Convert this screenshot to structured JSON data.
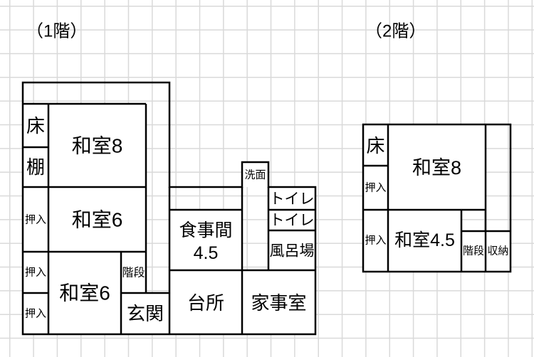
{
  "page": {
    "background_color": "#ffffff",
    "grid_color": "#d9d9d9",
    "wall_color": "#000000",
    "text_color": "#000000"
  },
  "floor1": {
    "title": "（1階）",
    "rooms": {
      "toko": "床",
      "tana": "棚",
      "washitsu8": "和室8",
      "oshiire1": "押入",
      "washitsu6a": "和室6",
      "oshiire2": "押入",
      "oshiire3": "押入",
      "washitsu6b": "和室6",
      "kaidan": "階段",
      "genkan": "玄関",
      "shokujima_name": "食事間",
      "shokujima_size": "4.5",
      "daidokoro": "台所",
      "kajishitsu": "家事室",
      "senmen": "洗面",
      "toilet1": "トイレ",
      "toilet2": "トイレ",
      "furoba": "風呂場"
    }
  },
  "floor2": {
    "title": "（2階）",
    "rooms": {
      "toko": "床",
      "oshiire1": "押入",
      "oshiire2": "押入",
      "washitsu8": "和室8",
      "washitsu45": "和室4.5",
      "kaidan": "階段",
      "shuno": "収納"
    }
  }
}
